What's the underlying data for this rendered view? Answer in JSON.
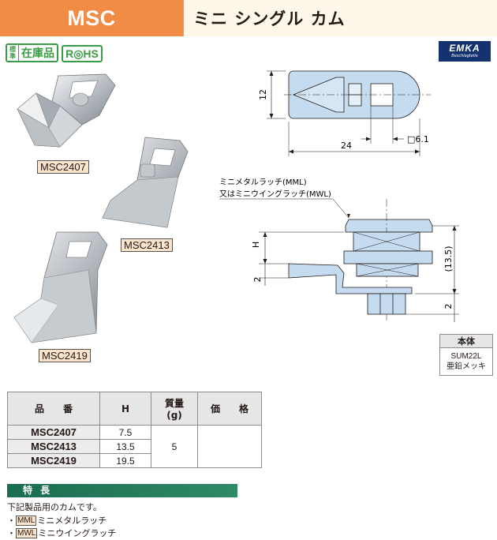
{
  "header": {
    "model": "MSC",
    "title": "ミニ シングル カム"
  },
  "badges": {
    "stock_small": [
      "標",
      "準"
    ],
    "stock_big": "在庫品",
    "rohs": "R◎HS"
  },
  "brand": {
    "name": "EMKA",
    "tagline": "Beschlagteile"
  },
  "products": [
    {
      "label": "MSC2407"
    },
    {
      "label": "MSC2413"
    },
    {
      "label": "MSC2419"
    }
  ],
  "drawing_top": {
    "dim_height": "12",
    "dim_width": "24",
    "dim_square": "□6.1"
  },
  "drawing_side": {
    "latch_note_1": "ミニメタルラッチ(MML)",
    "latch_note_2": "又はミニウイングラッチ(MWL)",
    "dim_h": "H",
    "dim_2_left": "2",
    "dim_13_5": "(13.5)",
    "dim_2_right": "2"
  },
  "material_table": {
    "header": "本体",
    "material": "SUM22L",
    "finish": "亜鉛メッキ"
  },
  "spec_table": {
    "headers": {
      "part": "品　　番",
      "h": "H",
      "weight": "質量",
      "weight_unit": "(g)",
      "price": "価　　格"
    },
    "rows": [
      {
        "part": "MSC2407",
        "h": "7.5"
      },
      {
        "part": "MSC2413",
        "h": "13.5"
      },
      {
        "part": "MSC2419",
        "h": "19.5"
      }
    ],
    "weight_value": "5"
  },
  "features": {
    "title": "特 長",
    "intro": "下記製品用のカムです。",
    "items": [
      {
        "bullet": "・",
        "code": "MML",
        "text": "ミニメタルラッチ"
      },
      {
        "bullet": "・",
        "code": "MWL",
        "text": "ミニウイングラッチ"
      }
    ]
  },
  "colors": {
    "header_orange": "#f08c46",
    "header_cream": "#fff7ea",
    "green": "#3d9b47",
    "emka_blue": "#14326e",
    "drawing_blue": "#c5dcf0",
    "label_peach": "#fbe3cc",
    "feature_green": "#1a6d4f"
  }
}
